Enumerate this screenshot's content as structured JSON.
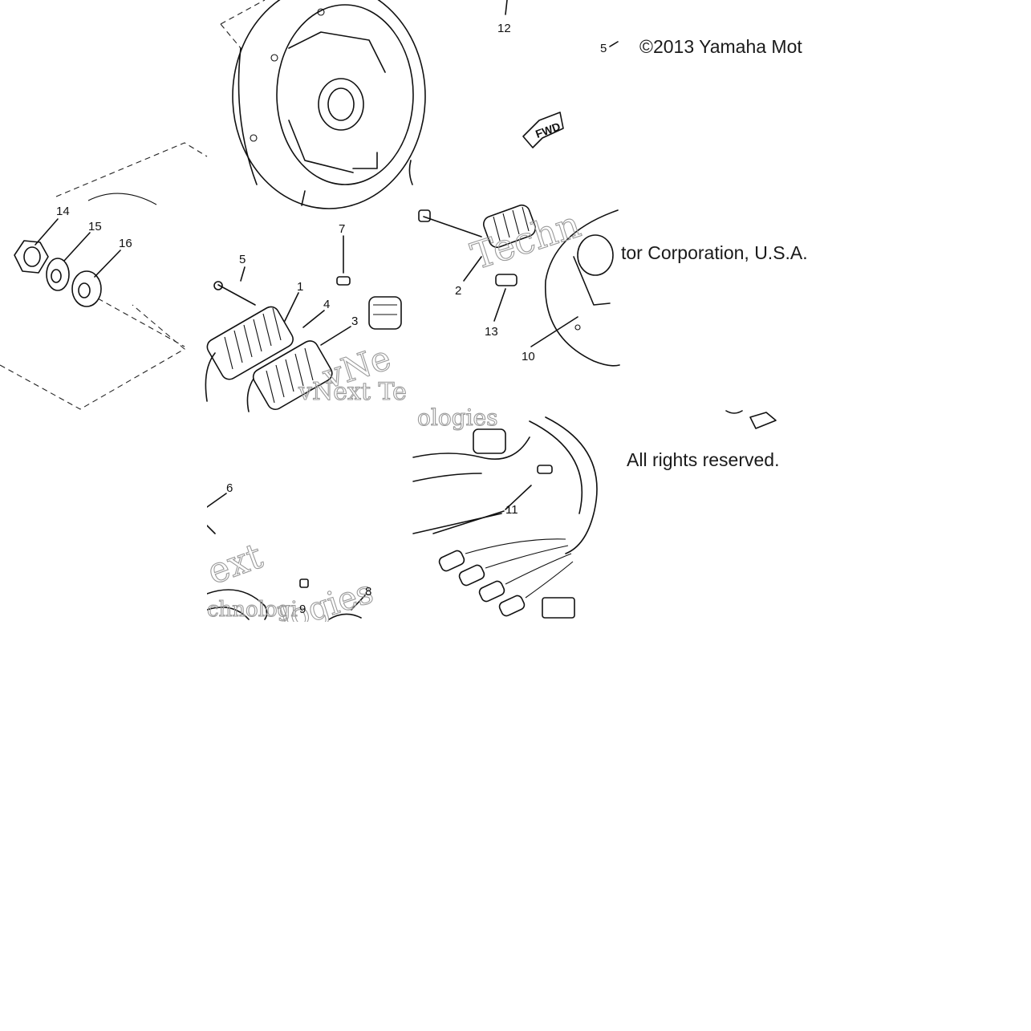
{
  "copyright": {
    "line1": "©2013 Yamaha Mot",
    "line2": "tor Corporation, U.S.A.",
    "line3": "All rights reserved."
  },
  "fwd_label": "FWD",
  "callouts": [
    {
      "id": "c12",
      "label": "12"
    },
    {
      "id": "c5top",
      "label": "5"
    },
    {
      "id": "c14",
      "label": "14"
    },
    {
      "id": "c15",
      "label": "15"
    },
    {
      "id": "c16",
      "label": "16"
    },
    {
      "id": "c5",
      "label": "5"
    },
    {
      "id": "c7",
      "label": "7"
    },
    {
      "id": "c1",
      "label": "1"
    },
    {
      "id": "c4",
      "label": "4"
    },
    {
      "id": "c3",
      "label": "3"
    },
    {
      "id": "c2",
      "label": "2"
    },
    {
      "id": "c13",
      "label": "13"
    },
    {
      "id": "c10",
      "label": "10"
    },
    {
      "id": "c6",
      "label": "6"
    },
    {
      "id": "c8",
      "label": "8"
    },
    {
      "id": "c9",
      "label": "9"
    },
    {
      "id": "c11",
      "label": "11"
    }
  ],
  "watermarks": {
    "w1": "Techn",
    "w2": "vNe",
    "w3": "vNext Te",
    "w4": "ologies",
    "w5": "ext",
    "w6": "logies",
    "w7": "chnologi"
  }
}
